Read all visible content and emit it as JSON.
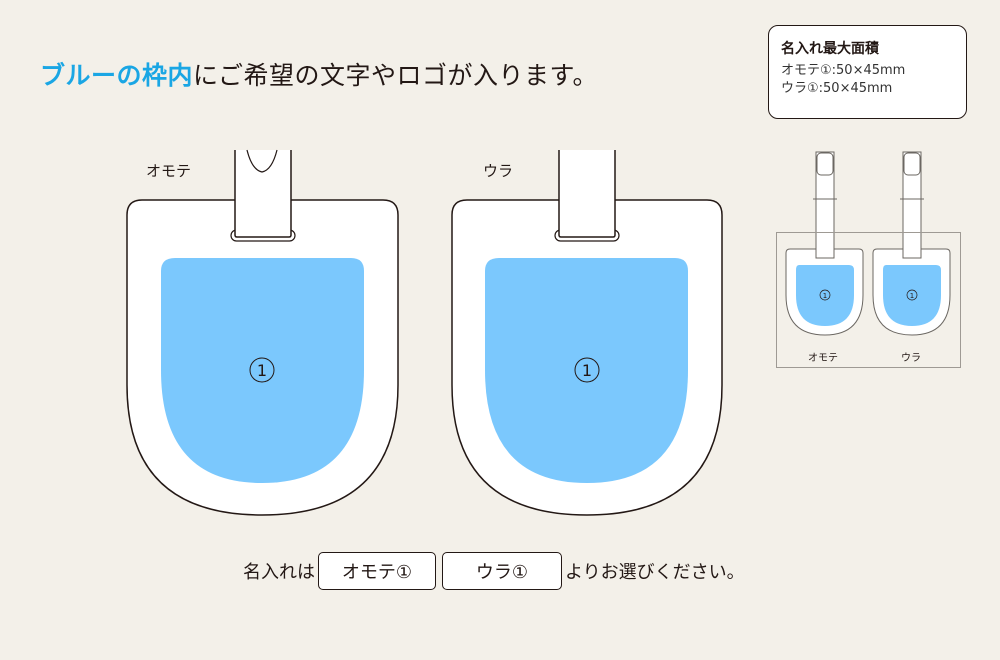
{
  "headline": {
    "accent_text": "ブルーの枠内",
    "rest_text": "にご希望の文字やロゴが入ります。",
    "accent_color": "#1aa6e4"
  },
  "info_box": {
    "title": "名入れ最大面積",
    "lines": [
      "オモテ①:50×45mm",
      "ウラ①:50×45mm"
    ]
  },
  "tags": [
    {
      "label": "オモテ",
      "area_mark": "①",
      "area_color": "#7bc8fd"
    },
    {
      "label": "ウラ",
      "area_mark": "①",
      "area_color": "#7bc8fd"
    }
  ],
  "thumbnail": {
    "labels": [
      "オモテ",
      "ウラ"
    ],
    "area_mark": "①"
  },
  "selection": {
    "prefix": "名入れは",
    "options": [
      "オモテ①",
      "ウラ①"
    ],
    "suffix": "よりお選びください。"
  }
}
